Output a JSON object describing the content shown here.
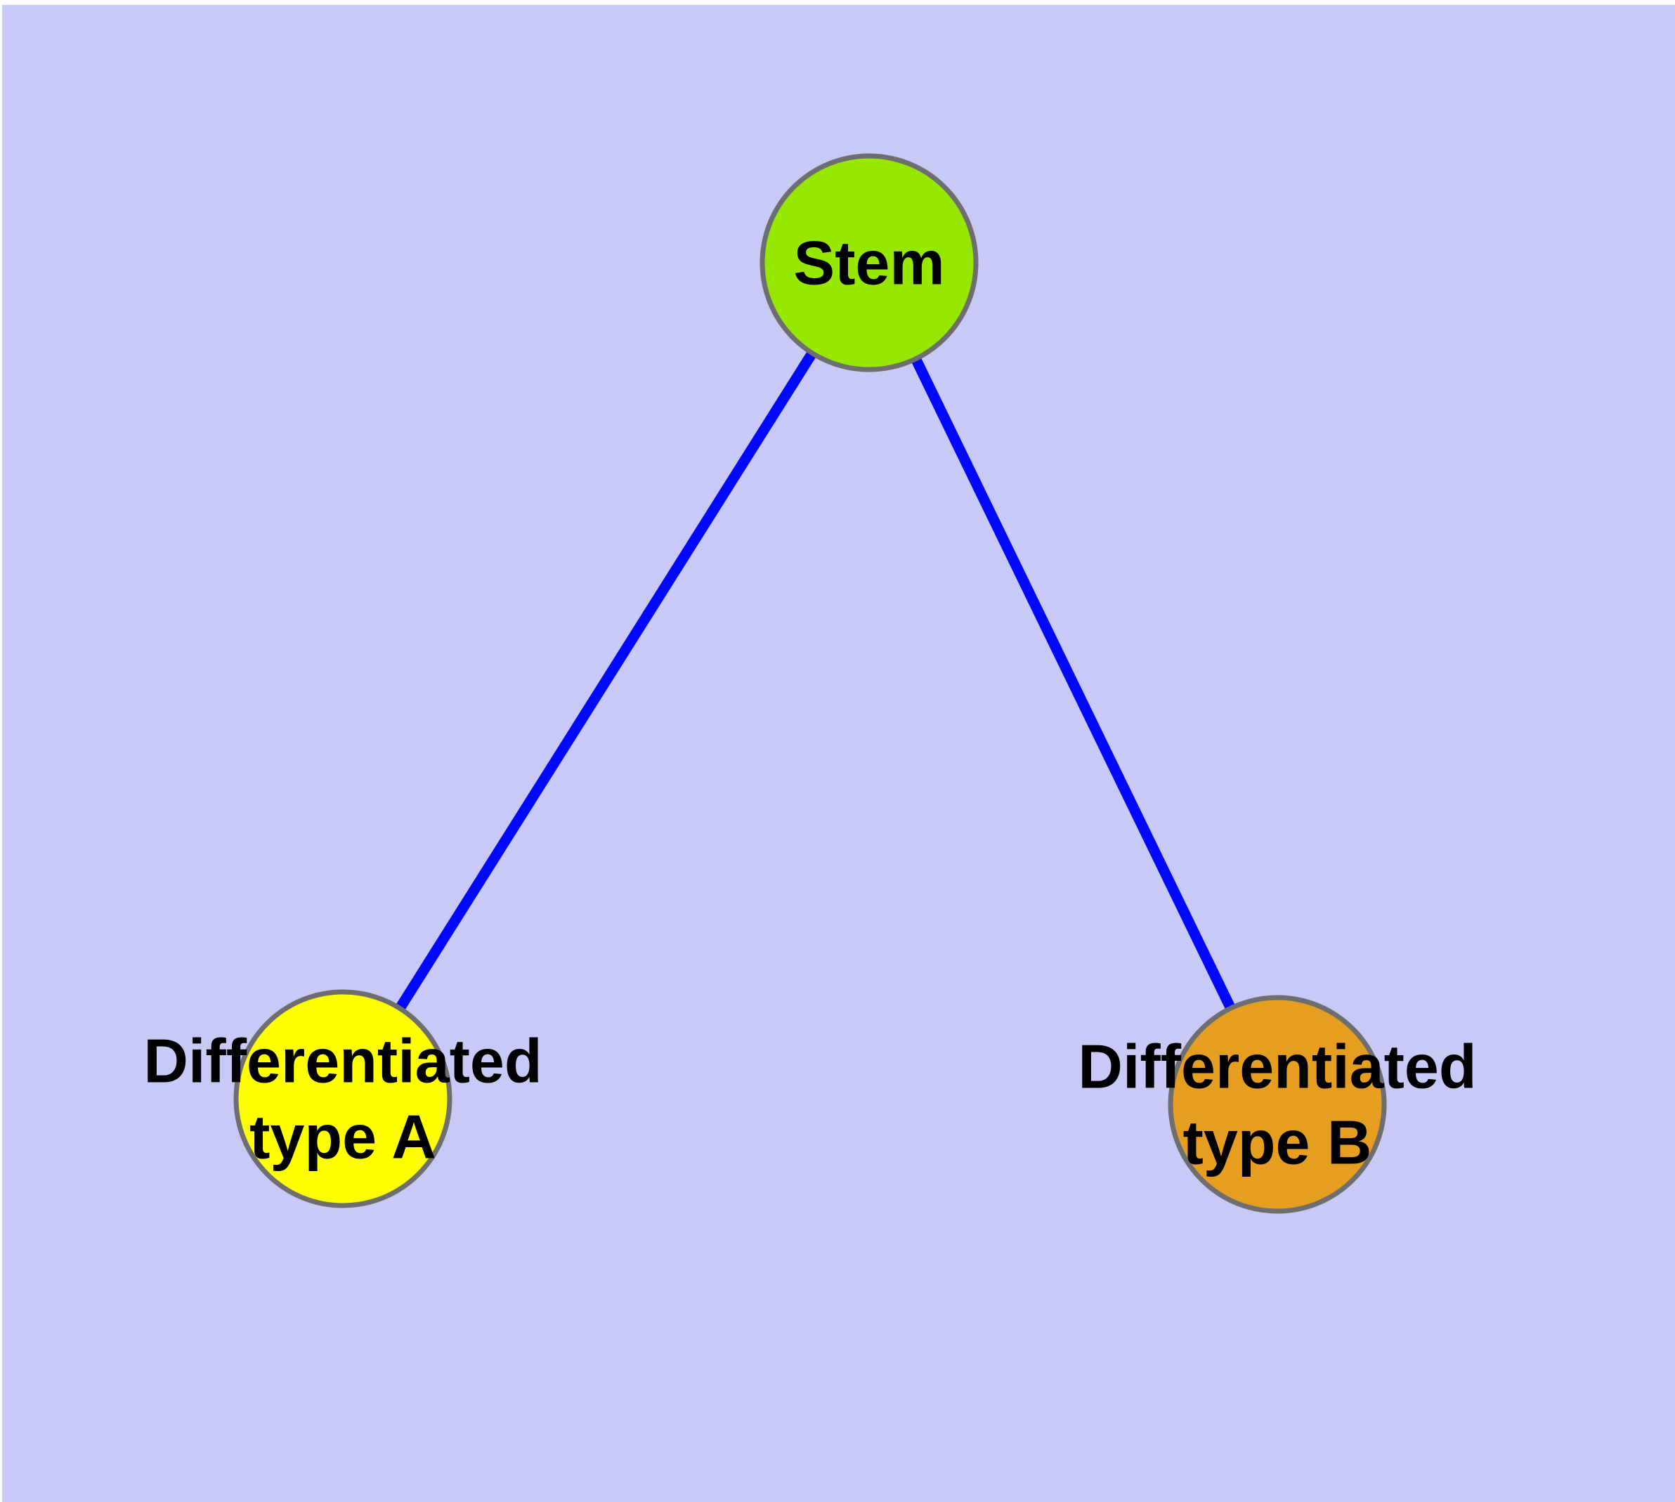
{
  "diagram": {
    "background_color": "#C8C9F6",
    "page_margin_color": "#FFFFFF",
    "edge_color": "#0008FB",
    "node_border_color": "#6E6E6E",
    "label_color": "#000000",
    "nodes": [
      {
        "id": "stem",
        "label_line1": "Stem",
        "label_line2": "",
        "fill": "#97E800"
      },
      {
        "id": "differentiated-type-a",
        "label_line1": "Differentiated",
        "label_line2": "type A",
        "fill": "#FFFF00"
      },
      {
        "id": "differentiated-type-b",
        "label_line1": "Differentiated",
        "label_line2": "type B",
        "fill": "#E59E20"
      }
    ],
    "edges": [
      {
        "from": "stem",
        "to": "differentiated-type-a"
      },
      {
        "from": "stem",
        "to": "differentiated-type-b"
      }
    ]
  }
}
